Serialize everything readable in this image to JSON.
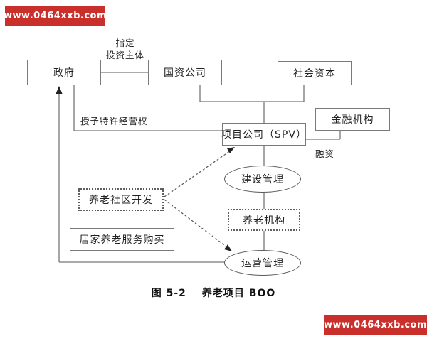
{
  "watermark": {
    "top": "www.0464xxb.com",
    "bottom": "www.0464xxb.com"
  },
  "colors": {
    "banner_bg": "#c9302c",
    "banner_text": "#ffffff",
    "line": "#777777",
    "text": "#222222"
  },
  "nodes": {
    "government": {
      "label": "政府"
    },
    "state_owned_company": {
      "label": "国资公司"
    },
    "social_capital": {
      "label": "社会资本"
    },
    "project_company": {
      "label": "项目公司（SPV）"
    },
    "financial_institution": {
      "label": "金融机构"
    },
    "community_development": {
      "label": "养老社区开发"
    },
    "home_care_purchase": {
      "label": "居家养老服务购买"
    },
    "construction_management": {
      "label": "建设管理"
    },
    "elderly_institution": {
      "label": "养老机构"
    },
    "operation_management": {
      "label": "运营管理"
    }
  },
  "edge_labels": {
    "designate_line1": "指定",
    "designate_line2": "投资主体",
    "grant_franchise": "授予特许经营权",
    "financing": "融资"
  },
  "caption": {
    "figure_no": "图 5-2",
    "title": "养老项目 BOO"
  }
}
